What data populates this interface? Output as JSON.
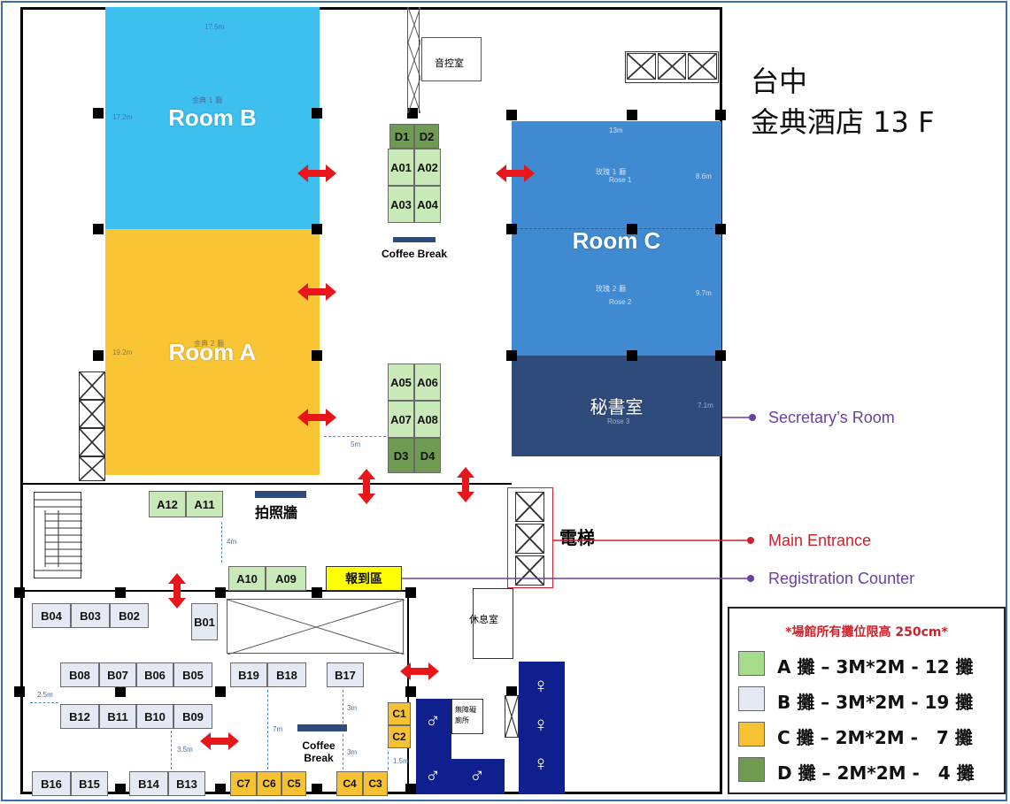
{
  "title": {
    "line1": "台中",
    "line2": "金典酒店 13 F"
  },
  "rooms": {
    "room_b": {
      "label": "Room B",
      "sub": "金典 1 廳",
      "width": "17.5m",
      "height": "17.2m"
    },
    "room_a": {
      "label": "Room A",
      "sub": "金典 2 廳",
      "height": "19.2m"
    },
    "room_c": {
      "label": "Room C",
      "sub1": "玫瑰 1 廳",
      "sub1_en": "Rose 1",
      "sub2": "玫瑰 2 廳",
      "sub2_en": "Rose 2",
      "width": "13m",
      "h1": "8.6m",
      "h2": "9.7m"
    },
    "secretary": {
      "label": "秘書室",
      "sub": "Rose 3",
      "height": "7.1m"
    }
  },
  "labels": {
    "sound_room": "音控室",
    "coffee_break_top": "Coffee Break",
    "coffee_break_bottom": "Coffee Break",
    "photo_wall": "拍照牆",
    "elevator": "電梯",
    "registration": "報到區",
    "lounge": "休息室",
    "accessible_toilet": "無障礙廁所"
  },
  "dimensions": {
    "d5m": "5m",
    "d4m": "4m",
    "d25m": "2.5m",
    "d35m": "3.5m",
    "d7m": "7m",
    "d3m_a": "3m",
    "d3m_b": "3m",
    "d15m": "1.5m"
  },
  "callouts": {
    "secretary": {
      "text": "Secretary’s Room",
      "color": "#6b3fa0"
    },
    "main_entrance": {
      "text": "Main Entrance",
      "color": "#d0202a"
    },
    "registration": {
      "text": "Registration Counter",
      "color": "#6b3fa0"
    }
  },
  "legend": {
    "note": "*場館所有攤位限高 250cm*",
    "items": [
      {
        "text": "A 攤 – 3M*2M - 12 攤",
        "color": "#a6dc8b"
      },
      {
        "text": "B 攤 – 3M*2M - 19 攤",
        "color": "#e4e9f4"
      },
      {
        "text": "C 攤 – 2M*2M -   7 攤",
        "color": "#f7c232"
      },
      {
        "text": "D 攤 – 2M*2M -   4 攤",
        "color": "#6f9a52"
      }
    ]
  },
  "booths": {
    "D1": "D1",
    "D2": "D2",
    "A01": "A01",
    "A02": "A02",
    "A03": "A03",
    "A04": "A04",
    "A05": "A05",
    "A06": "A06",
    "A07": "A07",
    "A08": "A08",
    "D3": "D3",
    "D4": "D4",
    "A12": "A12",
    "A11": "A11",
    "A10": "A10",
    "A09": "A09",
    "B04": "B04",
    "B03": "B03",
    "B02": "B02",
    "B01": "B01",
    "B08": "B08",
    "B07": "B07",
    "B06": "B06",
    "B05": "B05",
    "B12": "B12",
    "B11": "B11",
    "B10": "B10",
    "B09": "B09",
    "B19": "B19",
    "B18": "B18",
    "B17": "B17",
    "B16": "B16",
    "B15": "B15",
    "B14": "B14",
    "B13": "B13",
    "C1": "C1",
    "C2": "C2",
    "C7": "C7",
    "C6": "C6",
    "C5": "C5",
    "C4": "C4",
    "C3": "C3"
  },
  "colors": {
    "room_b": "#3dbfef",
    "room_a": "#f9c535",
    "room_c": "#3f8ad0",
    "secretary": "#2f4b7c",
    "toilet": "#0f1f8e",
    "arrow": "#e8161b"
  }
}
